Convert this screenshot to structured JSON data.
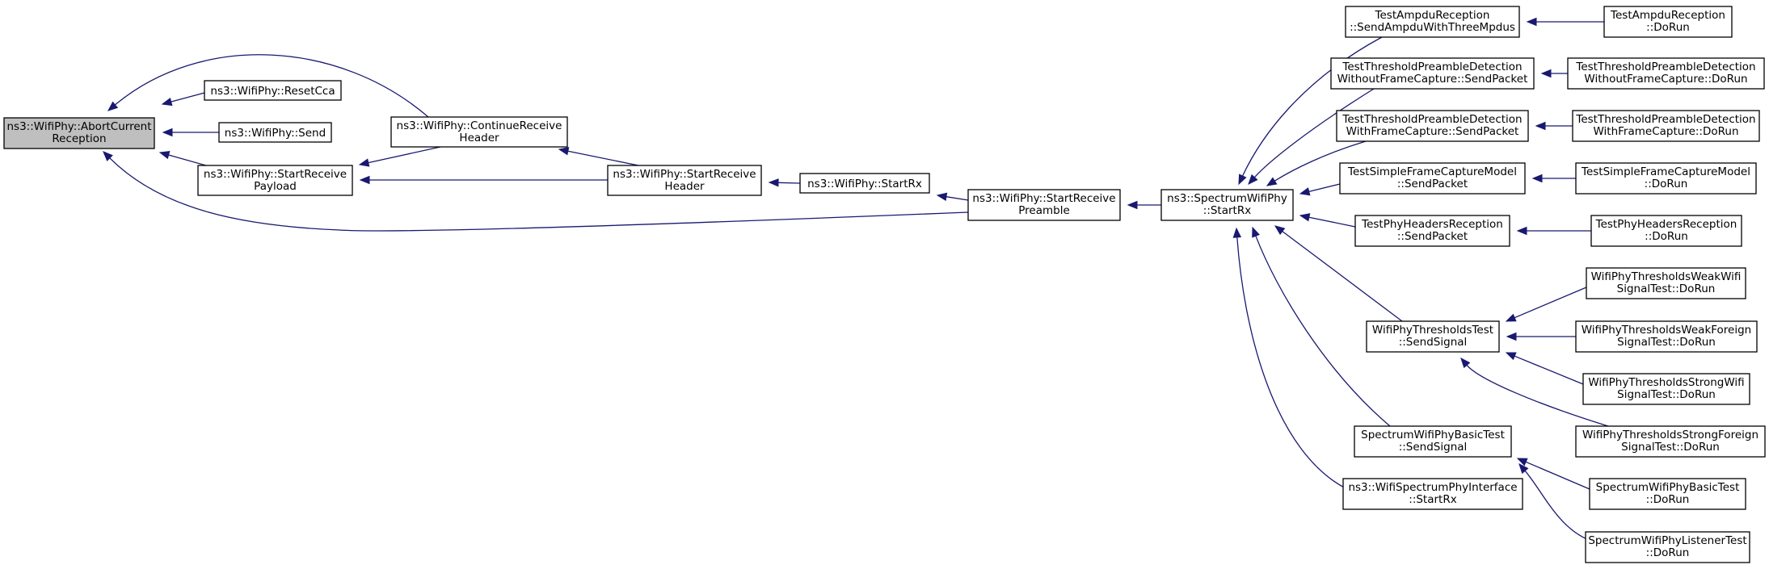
{
  "graph": {
    "edge_color": "#191970",
    "root_fill": "#bfbfbf",
    "nodes": [
      {
        "id": "abort",
        "lines": [
          "ns3::WifiPhy::AbortCurrent",
          "Reception"
        ],
        "root": true
      },
      {
        "id": "resetcca",
        "lines": [
          "ns3::WifiPhy::ResetCca"
        ]
      },
      {
        "id": "send",
        "lines": [
          "ns3::WifiPhy::Send"
        ]
      },
      {
        "id": "srpayload",
        "lines": [
          "ns3::WifiPhy::StartReceive",
          "Payload"
        ]
      },
      {
        "id": "crheader",
        "lines": [
          "ns3::WifiPhy::ContinueReceive",
          "Header"
        ]
      },
      {
        "id": "srheader",
        "lines": [
          "ns3::WifiPhy::StartReceive",
          "Header"
        ]
      },
      {
        "id": "startrx",
        "lines": [
          "ns3::WifiPhy::StartRx"
        ]
      },
      {
        "id": "srpreamble",
        "lines": [
          "ns3::WifiPhy::StartReceive",
          "Preamble"
        ]
      },
      {
        "id": "spectrumrx",
        "lines": [
          "ns3::SpectrumWifiPhy",
          "::StartRx"
        ]
      },
      {
        "id": "ampdusend",
        "lines": [
          "TestAmpduReception",
          "::SendAmpduWithThreeMpdus"
        ]
      },
      {
        "id": "ampdudorun",
        "lines": [
          "TestAmpduReception",
          "::DoRun"
        ]
      },
      {
        "id": "tpdwosend",
        "lines": [
          "TestThresholdPreambleDetection",
          "WithoutFrameCapture::SendPacket"
        ]
      },
      {
        "id": "tpdwodorun",
        "lines": [
          "TestThresholdPreambleDetection",
          "WithoutFrameCapture::DoRun"
        ]
      },
      {
        "id": "tpdwsend",
        "lines": [
          "TestThresholdPreambleDetection",
          "WithFrameCapture::SendPacket"
        ]
      },
      {
        "id": "tpdwdorun",
        "lines": [
          "TestThresholdPreambleDetection",
          "WithFrameCapture::DoRun"
        ]
      },
      {
        "id": "sfcsend",
        "lines": [
          "TestSimpleFrameCaptureModel",
          "::SendPacket"
        ]
      },
      {
        "id": "sfcdorun",
        "lines": [
          "TestSimpleFrameCaptureModel",
          "::DoRun"
        ]
      },
      {
        "id": "phsend",
        "lines": [
          "TestPhyHeadersReception",
          "::SendPacket"
        ]
      },
      {
        "id": "phdorun",
        "lines": [
          "TestPhyHeadersReception",
          "::DoRun"
        ]
      },
      {
        "id": "thsend",
        "lines": [
          "WifiPhyThresholdsTest",
          "::SendSignal"
        ]
      },
      {
        "id": "thweakwifi",
        "lines": [
          "WifiPhyThresholdsWeakWifi",
          "SignalTest::DoRun"
        ]
      },
      {
        "id": "thweakforeign",
        "lines": [
          "WifiPhyThresholdsWeakForeign",
          "SignalTest::DoRun"
        ]
      },
      {
        "id": "thstrongwifi",
        "lines": [
          "WifiPhyThresholdsStrongWifi",
          "SignalTest::DoRun"
        ]
      },
      {
        "id": "thstrongforeign",
        "lines": [
          "WifiPhyThresholdsStrongForeign",
          "SignalTest::DoRun"
        ]
      },
      {
        "id": "sbtsend",
        "lines": [
          "SpectrumWifiPhyBasicTest",
          "::SendSignal"
        ]
      },
      {
        "id": "sbtdorun",
        "lines": [
          "SpectrumWifiPhyBasicTest",
          "::DoRun"
        ]
      },
      {
        "id": "listenerdorun",
        "lines": [
          "SpectrumWifiPhyListenerTest",
          "::DoRun"
        ]
      },
      {
        "id": "wspistartrx",
        "lines": [
          "ns3::WifiSpectrumPhyInterface",
          "::StartRx"
        ]
      }
    ],
    "edges": [
      {
        "from": "resetcca",
        "to": "abort"
      },
      {
        "from": "send",
        "to": "abort"
      },
      {
        "from": "srpayload",
        "to": "abort"
      },
      {
        "from": "crheader",
        "to": "abort"
      },
      {
        "from": "srpreamble",
        "to": "abort"
      },
      {
        "from": "crheader",
        "to": "srpayload"
      },
      {
        "from": "srheader",
        "to": "srpayload"
      },
      {
        "from": "srheader",
        "to": "crheader"
      },
      {
        "from": "startrx",
        "to": "srheader"
      },
      {
        "from": "srpreamble",
        "to": "startrx"
      },
      {
        "from": "spectrumrx",
        "to": "srpreamble"
      },
      {
        "from": "ampdusend",
        "to": "spectrumrx"
      },
      {
        "from": "tpdwosend",
        "to": "spectrumrx"
      },
      {
        "from": "tpdwsend",
        "to": "spectrumrx"
      },
      {
        "from": "sfcsend",
        "to": "spectrumrx"
      },
      {
        "from": "phsend",
        "to": "spectrumrx"
      },
      {
        "from": "thsend",
        "to": "spectrumrx"
      },
      {
        "from": "sbtsend",
        "to": "spectrumrx"
      },
      {
        "from": "wspistartrx",
        "to": "spectrumrx"
      },
      {
        "from": "ampdudorun",
        "to": "ampdusend"
      },
      {
        "from": "tpdwodorun",
        "to": "tpdwosend"
      },
      {
        "from": "tpdwdorun",
        "to": "tpdwsend"
      },
      {
        "from": "sfcdorun",
        "to": "sfcsend"
      },
      {
        "from": "phdorun",
        "to": "phsend"
      },
      {
        "from": "thweakwifi",
        "to": "thsend"
      },
      {
        "from": "thweakforeign",
        "to": "thsend"
      },
      {
        "from": "thstrongwifi",
        "to": "thsend"
      },
      {
        "from": "thstrongforeign",
        "to": "thsend"
      },
      {
        "from": "sbtdorun",
        "to": "sbtsend"
      },
      {
        "from": "listenerdorun",
        "to": "sbtsend"
      }
    ]
  }
}
